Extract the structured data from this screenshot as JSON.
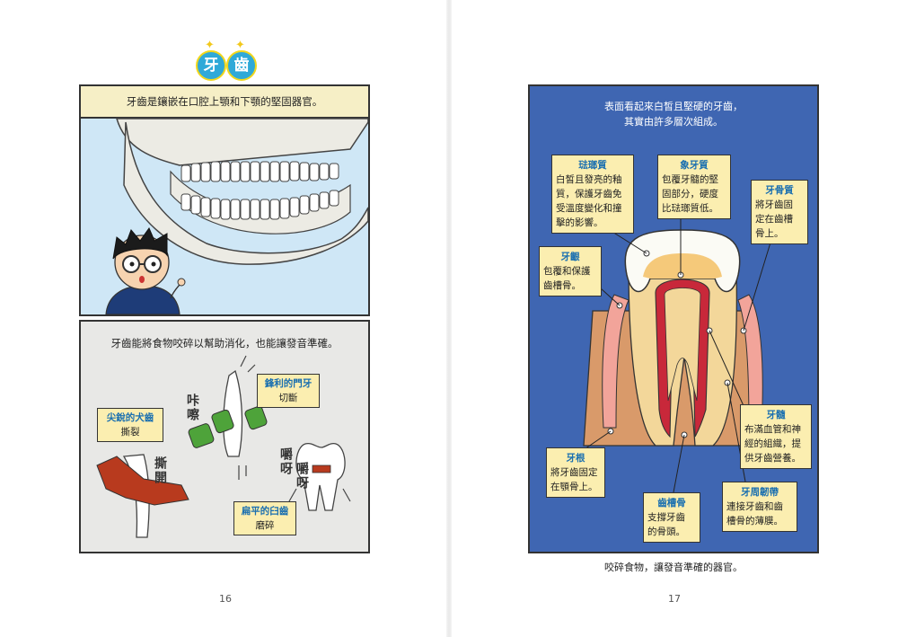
{
  "title": {
    "char1": "牙",
    "char2": "齒"
  },
  "left_page": {
    "panel1_caption": "牙齒是鑲嵌在口腔上顎和下顎的堅固器官。",
    "panel2_caption": "牙齒能將食物咬碎以幫助消化，也能讓發音準確。",
    "labels": {
      "incisor_title": "鋒利的門牙",
      "incisor_desc": "切斷",
      "canine_title": "尖銳的犬齒",
      "canine_desc": "撕裂",
      "molar_title": "扁平的臼齒",
      "molar_desc": "磨碎"
    },
    "sfx": {
      "crunch": "咔嚓",
      "tear": "撕開",
      "grind1": "嚼呀",
      "grind2": "嚼呀"
    },
    "page_number": "16"
  },
  "right_page": {
    "caption_line1": "表面看起來白皙且堅硬的牙齒，",
    "caption_line2": "其實由許多層次組成。",
    "enamel": {
      "title": "琺瑯質",
      "lines": [
        "白皙且發亮的釉",
        "質，保護牙齒免",
        "受溫度變化和撞",
        "擊的影響。"
      ]
    },
    "dentin": {
      "title": "象牙質",
      "lines": [
        "包覆牙髓的堅",
        "固部分，硬度",
        "比琺瑯質低。"
      ]
    },
    "cementum": {
      "title": "牙骨質",
      "lines": [
        "將牙齒固",
        "定在齒槽",
        "骨上。"
      ]
    },
    "gum": {
      "title": "牙齦",
      "lines": [
        "包覆和保護",
        "齒槽骨。"
      ]
    },
    "pulp": {
      "title": "牙髓",
      "lines": [
        "布滿血管和神",
        "經的組織，提",
        "供牙齒營養。"
      ]
    },
    "root": {
      "title": "牙根",
      "lines": [
        "將牙齒固定",
        "在顎骨上。"
      ]
    },
    "alveolar_bone": {
      "title": "齒槽骨",
      "lines": [
        "支撐牙齒",
        "的骨頭。"
      ]
    },
    "ligament": {
      "title": "牙周韌帶",
      "lines": [
        "連接牙齒和齒",
        "槽骨的薄膜。"
      ]
    },
    "bottom_caption": "咬碎食物，讓發音準確的器官。",
    "page_number": "17"
  },
  "colors": {
    "badge_blue": "#2fa9d8",
    "panel_blue": "#cfe7f6",
    "label_yellow": "#fbeeb0",
    "label_heading": "#1a6fb0",
    "diagram_bg": "#3f66b2"
  }
}
